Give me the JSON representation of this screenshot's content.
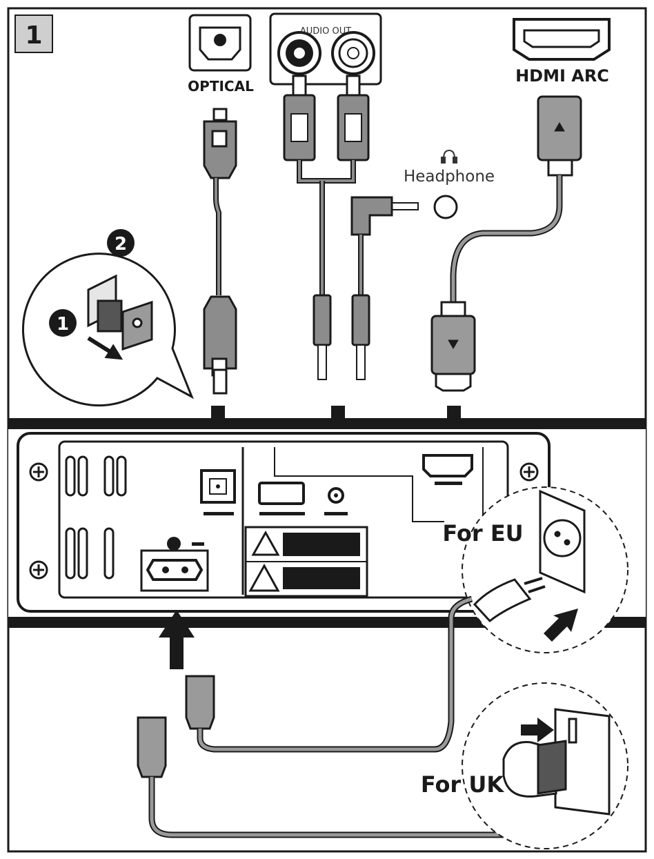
{
  "step_number": "1",
  "sub_steps": {
    "first": "1",
    "second": "2"
  },
  "ports": {
    "optical": "OPTICAL",
    "audio_out": "AUDIO OUT",
    "hdmi_arc": "HDMI ARC",
    "headphone": "Headphone"
  },
  "regions": {
    "eu": "For EU",
    "uk": "For UK"
  },
  "icons": [
    "headphone-icon",
    "down-arrow-icon",
    "up-arrow-icon",
    "right-arrow-icon",
    "warning-triangle-icon",
    "screw-icon"
  ],
  "colors": {
    "ink": "#1a1a1a",
    "cable_gray": "#8c8c8c",
    "panel_fill": "#ffffff",
    "plug_gray": "#9a9a9a"
  }
}
